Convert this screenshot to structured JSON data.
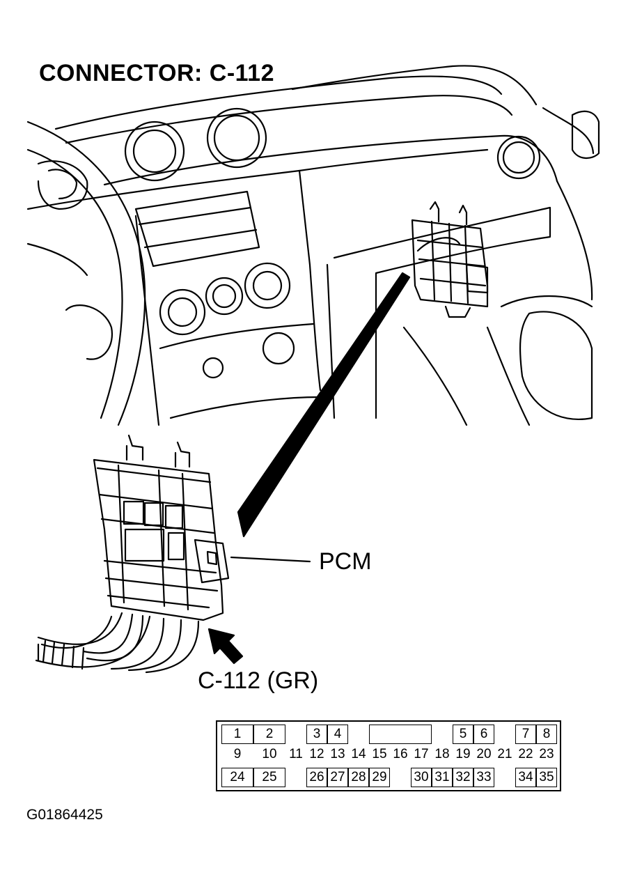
{
  "title": "CONNECTOR: C-112",
  "labels": {
    "module": "PCM",
    "connector": "C-112 (GR)"
  },
  "figure_id": "G01864425",
  "pinout": {
    "rows": [
      [
        "1",
        "2",
        "3",
        "4",
        "5",
        "6",
        "7",
        "8"
      ],
      [
        "9",
        "10",
        "11",
        "12",
        "13",
        "14",
        "15",
        "16",
        "17",
        "18",
        "19",
        "20",
        "21",
        "22",
        "23"
      ],
      [
        "24",
        "25",
        "26",
        "27",
        "28",
        "29",
        "30",
        "31",
        "32",
        "33",
        "34",
        "35"
      ]
    ]
  }
}
